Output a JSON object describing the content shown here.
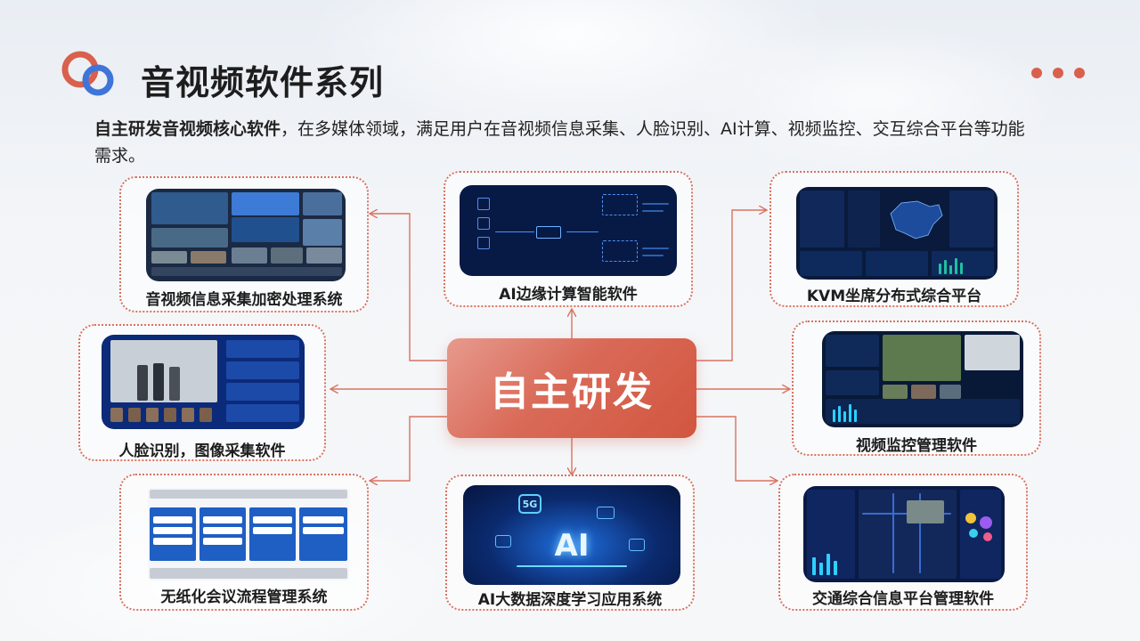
{
  "header": {
    "title": "音视频软件系列",
    "intro_bold": "自主研发音视频核心软件",
    "intro_rest": "，在多媒体领域，满足用户在音视频信息采集、人脸识别、AI计算、视频监控、交互综合平台等功能需求。"
  },
  "center": {
    "label": "自主研发"
  },
  "cards": {
    "av_capture": {
      "label": "音视频信息采集加密处理系统"
    },
    "ai_edge": {
      "label": "AI边缘计算智能软件"
    },
    "kvm": {
      "label": "KVM坐席分布式综合平台"
    },
    "face": {
      "label": "人脸识别，图像采集软件"
    },
    "video_monitor": {
      "label": "视频监控管理软件"
    },
    "paperless": {
      "label": "无纸化会议流程管理系统"
    },
    "ai_bigdata": {
      "label": "AI大数据深度学习应用系统",
      "badge_5g": "5G",
      "badge_ai": "AI"
    },
    "traffic": {
      "label": "交通综合信息平台管理软件"
    }
  },
  "colors": {
    "accent": "#d9604c",
    "logo_blue": "#3f74d8",
    "screen_dark": "#0b2150"
  }
}
